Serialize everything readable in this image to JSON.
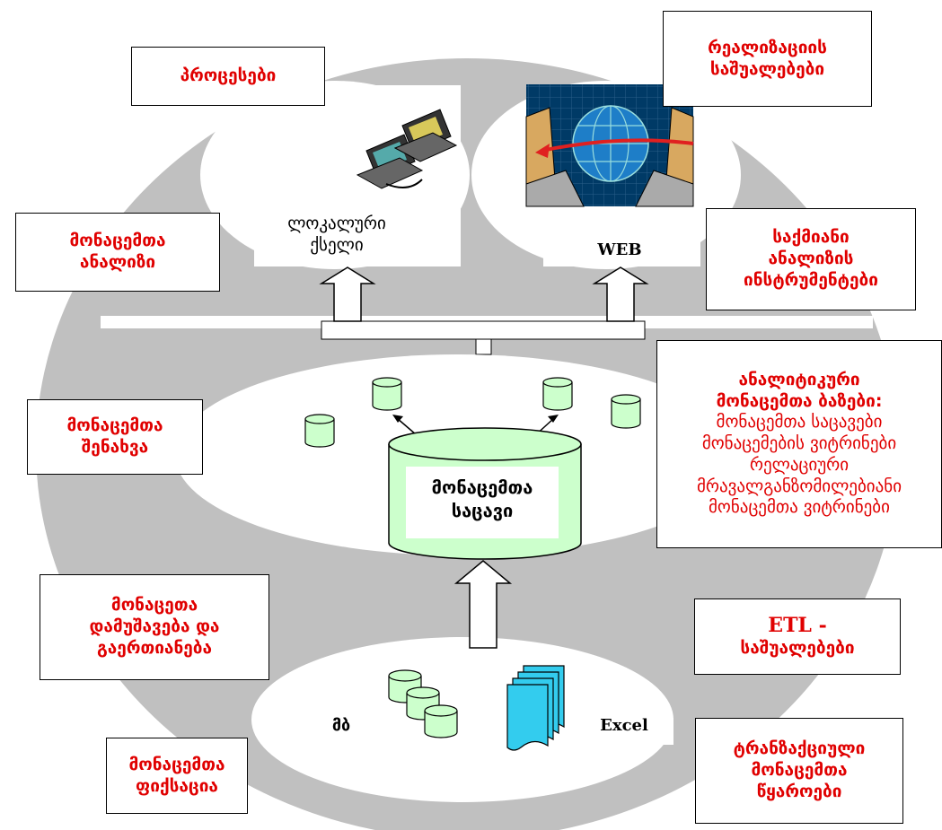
{
  "top": {
    "processes": "პროცესები",
    "realization_tools": [
      "რეალიზაციის",
      "საშუალებები"
    ]
  },
  "clouds": {
    "local_network": [
      "ლოკალური",
      "ქსელი"
    ],
    "web": "WEB"
  },
  "left": {
    "data_analysis": [
      "მონაცემთა",
      "ანალიზი"
    ],
    "data_storage": [
      "მონაცემთა",
      "შენახვა"
    ],
    "data_processing": [
      "მონაცეთა",
      "დამუშავება და",
      "გაერთიანება"
    ],
    "data_fixation": [
      "მონაცემთა",
      "ფიქსაცია"
    ]
  },
  "right": {
    "business_tools": [
      "საქმიანი",
      "ანალიზის",
      "ინსტრუმენტები"
    ],
    "analytical_db": {
      "heading": [
        "ანალიტიკური",
        "მონაცემთა ბაზები:"
      ],
      "items": [
        "მონაცემთა საცავები",
        "მონაცემების ვიტრინები",
        "რელაციური",
        "მრავალგანზომილებიანი",
        "მონაცემთა ვიტრინები"
      ]
    },
    "etl": [
      "ETL -",
      "საშუალებები"
    ],
    "transactional_sources": [
      "ტრანზაქციული",
      "მონაცემთა",
      "წყაროები"
    ]
  },
  "center": {
    "warehouse": [
      "მონაცემთა",
      "საცავი"
    ]
  },
  "bottom": {
    "db_label": "მბ",
    "excel_label": "Excel"
  },
  "colors": {
    "label_red": "#e00000",
    "cylinder_green": "#ccffcc",
    "disk_gray": "#c0c0c0",
    "document_cyan": "#33ccee"
  }
}
